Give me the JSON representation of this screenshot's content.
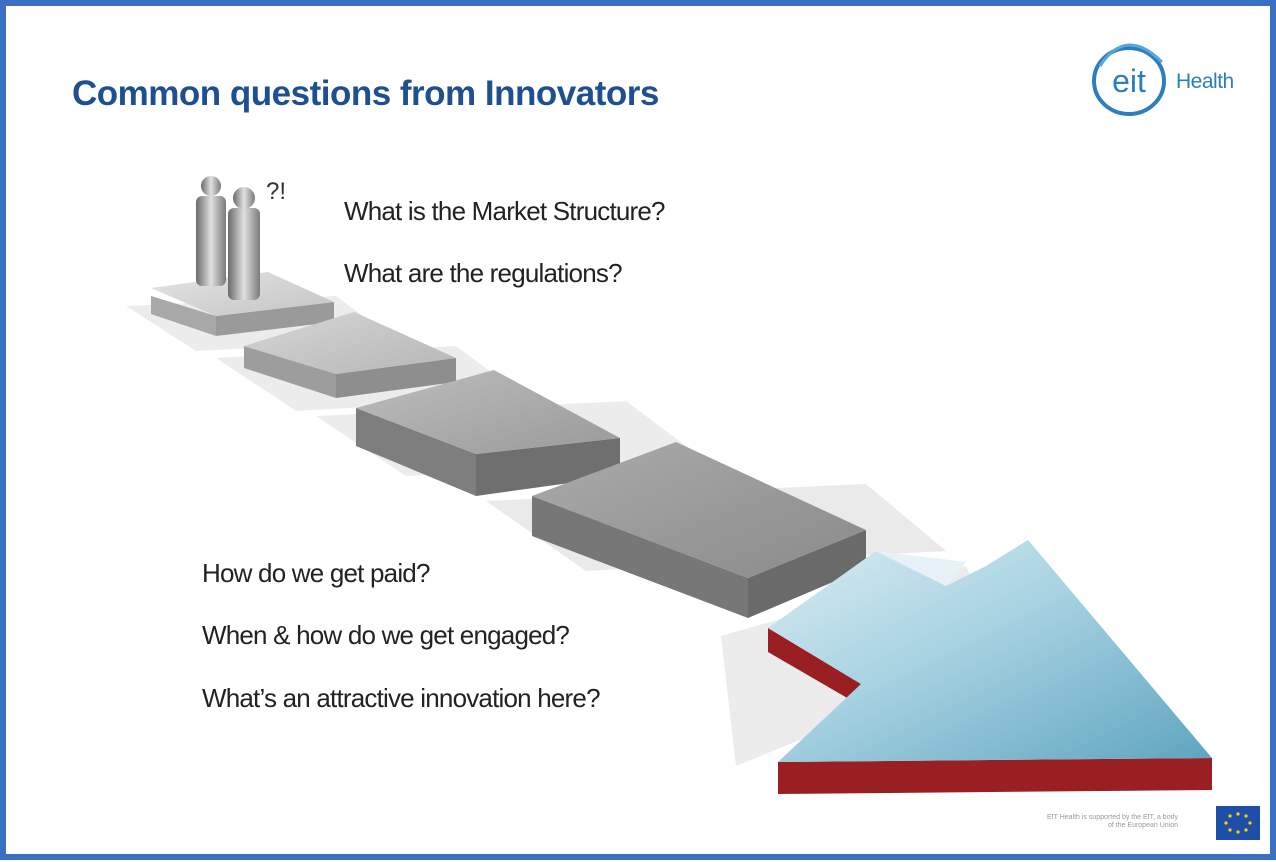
{
  "slide": {
    "title": "Common questions from Innovators",
    "exclamation": "?!",
    "logo": {
      "mark": "eit",
      "word": "Health"
    },
    "questions_top": [
      "What is the Market Structure?",
      "What are the regulations?"
    ],
    "questions_bottom": [
      "How do we get paid?",
      "When & how do we get engaged?",
      "What’s an attractive innovation here?"
    ],
    "footnote": "EIT Health is supported by the EIT, a body of the European Union",
    "icons": [
      "people-figures-icon",
      "eit-health-logo",
      "eu-flag-icon"
    ],
    "colors": {
      "title": "#1d4f91",
      "border": "#3a6fc4",
      "arrow_face": "#8cc3d6",
      "arrow_edge": "#9a1f22",
      "step_light": "#d2d2d2",
      "step_dark": "#8c8c8c",
      "eu_flag": "#1f4ea8"
    }
  }
}
